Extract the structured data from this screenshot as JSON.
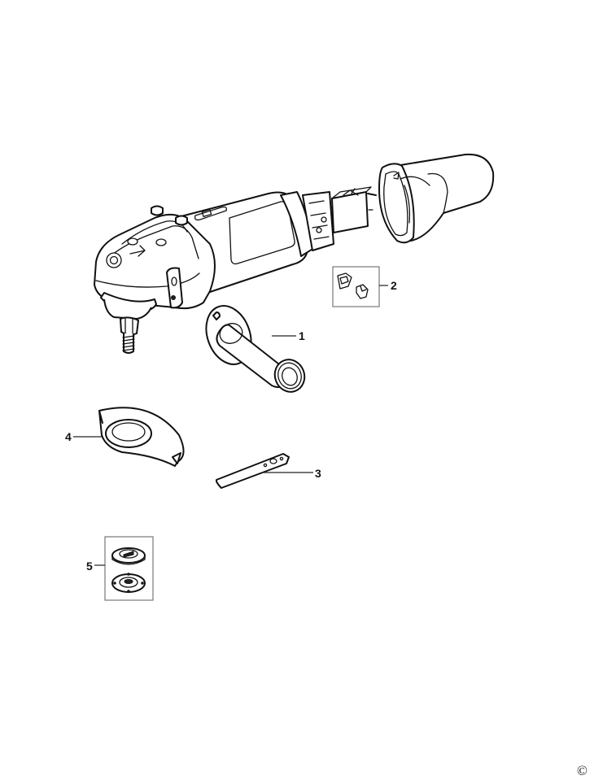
{
  "diagram": {
    "type": "exploded-parts-diagram",
    "subject": "angle grinder",
    "parts": [
      {
        "ref": "1",
        "label": "1",
        "description": "side handle"
      },
      {
        "ref": "2",
        "label": "2",
        "description": "carbon brush set"
      },
      {
        "ref": "3",
        "label": "3",
        "description": "spanner / pin wrench"
      },
      {
        "ref": "4",
        "label": "4",
        "description": "wheel guard"
      },
      {
        "ref": "5",
        "label": "5",
        "description": "flange set"
      }
    ],
    "unlabeled_parts": [
      "grinder body",
      "rear end cap / housing"
    ],
    "copyright_symbol": "©"
  }
}
